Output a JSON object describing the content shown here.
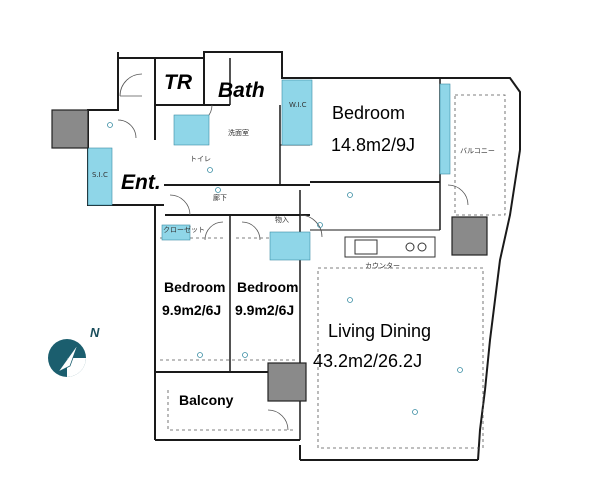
{
  "labels": {
    "tr": "TR",
    "bath": "Bath",
    "entrance": "Ent.",
    "bedroom_main": "Bedroom",
    "bedroom_main_size": "14.8m2/9J",
    "bedroom_a": "Bedroom",
    "bedroom_a_size": "9.9m2/6J",
    "bedroom_b": "Bedroom",
    "bedroom_b_size": "9.9m2/6J",
    "living": "Living Dining",
    "living_size": "43.2m2/26.2J",
    "balcony": "Balcony",
    "north": "N"
  },
  "jp_labels": {
    "wic": "W.I.C",
    "washroom": "洗面室",
    "toilet": "トイレ",
    "corridor": "廊下",
    "counter": "カウンター",
    "balcony_jp": "バルコニー",
    "storage": "物入",
    "closet": "クローゼット",
    "sic": "S.I.C"
  },
  "colors": {
    "wall": "#1a1a1a",
    "fixture": "#8fd6e8",
    "pillar": "#8a8a8a",
    "compass": "#1b5e6e",
    "dash": "#555555"
  }
}
